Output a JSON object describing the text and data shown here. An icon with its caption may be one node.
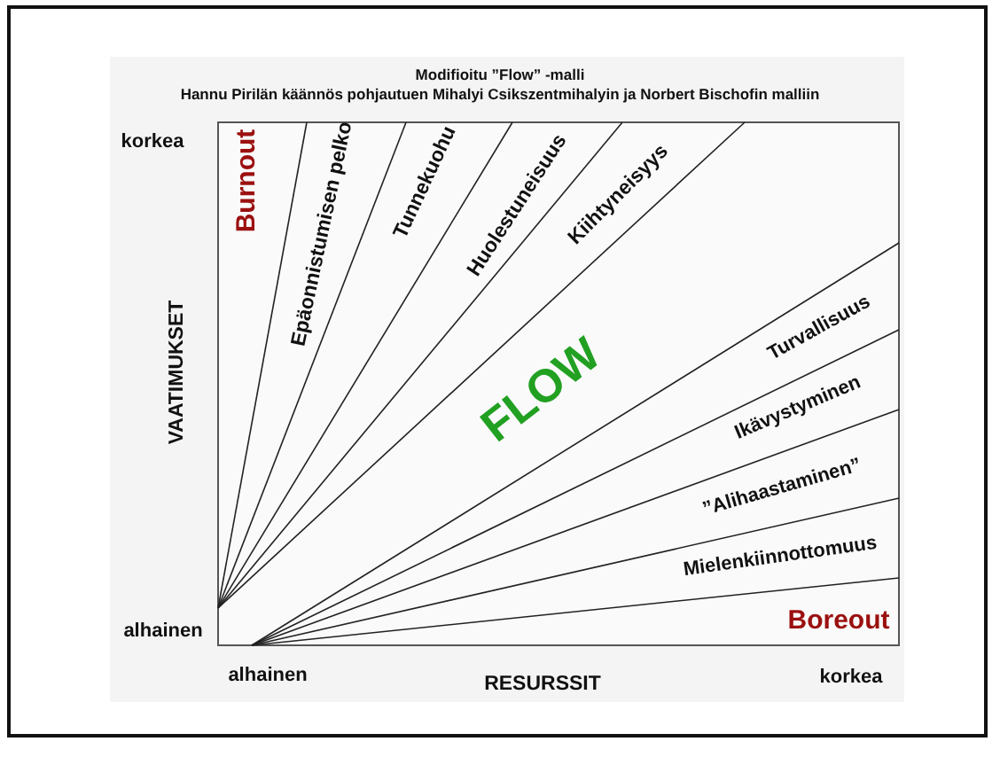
{
  "diagram": {
    "title": "Modifioitu ”Flow” -malli",
    "labels": [
      "Hannu Pirilän käännös pohjautuen Mihalyi Csikszentmihalyin ja Norbert Bischofin malliin",
      "korkea",
      "Burnout",
      "Epäonnistumisen pelko",
      "Tunnekuohu",
      "Huolestuneisuus",
      "Kiihtyneisyys",
      "VAATIMUKSET",
      "FLOW",
      "Turvallisuus",
      "Ikävystyminen",
      "”Alihaastaminen”",
      "Mielenkiinnottomuus",
      "Boreout",
      "alhainen",
      "alhainen",
      "RESURSSIT",
      "korkea"
    ]
  }
}
